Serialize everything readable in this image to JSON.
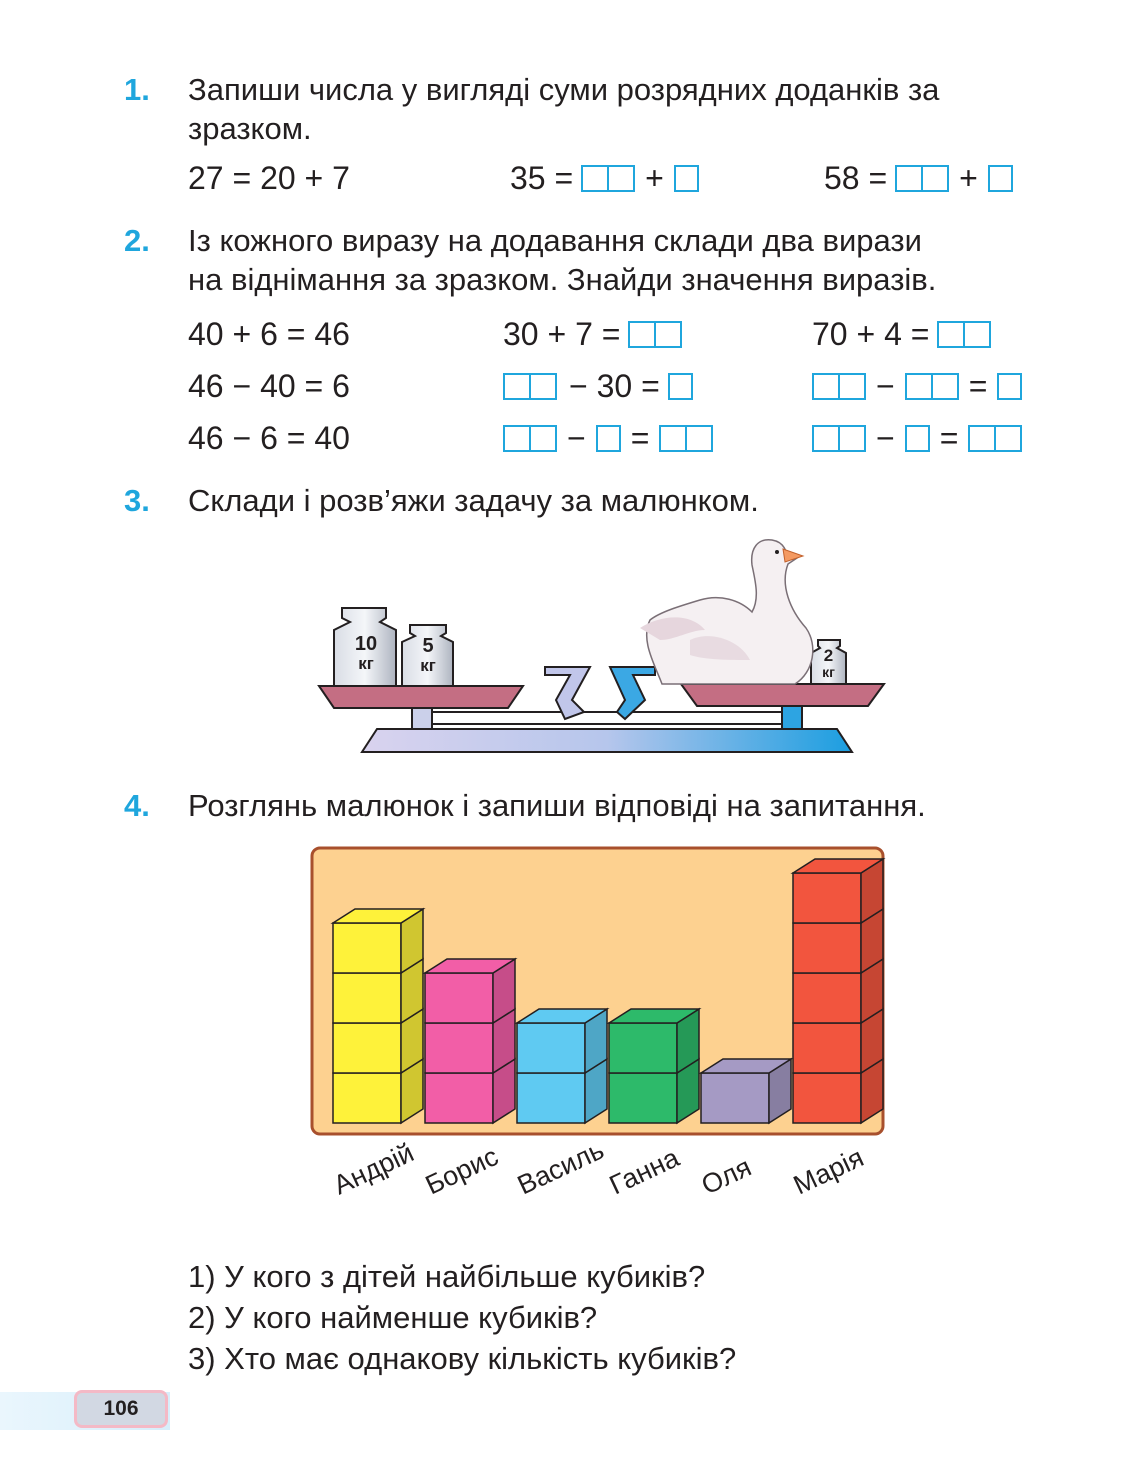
{
  "task1": {
    "number": "1.",
    "line1": "Запиши числа у вигляді суми розрядних доданків за",
    "line2": "зразком.",
    "example": "27 = 20 + 7",
    "item2_left": "35 =",
    "item3_left": "58 =",
    "plus": "+"
  },
  "task2": {
    "number": "2.",
    "line1": "Із кожного виразу на додавання склади два вирази",
    "line2": "на віднімання за зразком. Знайди значення виразів.",
    "col1": [
      "40 + 6 = 46",
      "46 − 40 = 6",
      "46 − 6 = 40"
    ],
    "col2_row1": "30 + 7 =",
    "col2_row2_op": "− 30 =",
    "col3_row1": "70 + 4 =",
    "minus": "−",
    "equals": "="
  },
  "task3": {
    "number": "3.",
    "line1": "Склади і розв’яжи задачу за малюнком.",
    "weights": [
      {
        "value": "10",
        "unit": "кг"
      },
      {
        "value": "5",
        "unit": "кг"
      },
      {
        "value": "2",
        "unit": "кг"
      }
    ]
  },
  "task4": {
    "number": "4.",
    "line1": "Розглянь малюнок і запиши відповіді на запитання.",
    "chart_data": {
      "type": "bar",
      "categories": [
        "Андрій",
        "Борис",
        "Василь",
        "Ганна",
        "Оля",
        "Марія"
      ],
      "values": [
        4,
        3,
        2,
        2,
        1,
        5
      ],
      "colors": [
        "#fef23a",
        "#f25ea7",
        "#5fcaf2",
        "#2dba6a",
        "#a59ac4",
        "#f2553e"
      ],
      "background": "#fdd190"
    },
    "questions": [
      "1) У кого з дітей найбільше кубиків?",
      "2) У кого найменше кубиків?",
      "3) Хто має однакову кількість кубиків?"
    ]
  },
  "footer": {
    "page_number": "106"
  },
  "colors": {
    "accent": "#1fa6dd",
    "text": "#231f20"
  }
}
